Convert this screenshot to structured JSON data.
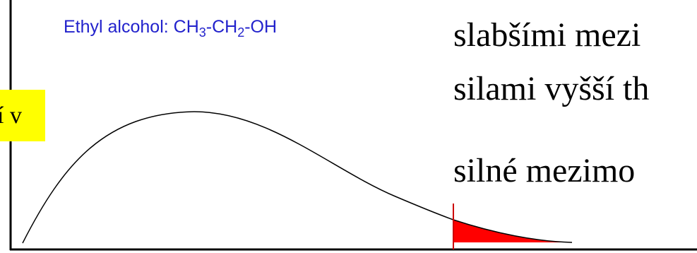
{
  "diagram": {
    "title_parts": {
      "prefix": "Ethyl alcohol: CH",
      "sub1": "3",
      "mid": "-CH",
      "sub2": "2",
      "suffix": "-OH"
    },
    "yellow_label": "í v",
    "text_lines": [
      "slabšími mezi",
      "silami vyšší th",
      "silné mezimo"
    ],
    "colors": {
      "title": "#2222cc",
      "label_background": "#ffff00",
      "shaded_tail": "#ff0000",
      "cutoff_line": "#cc0000",
      "axes": "#000000"
    }
  }
}
